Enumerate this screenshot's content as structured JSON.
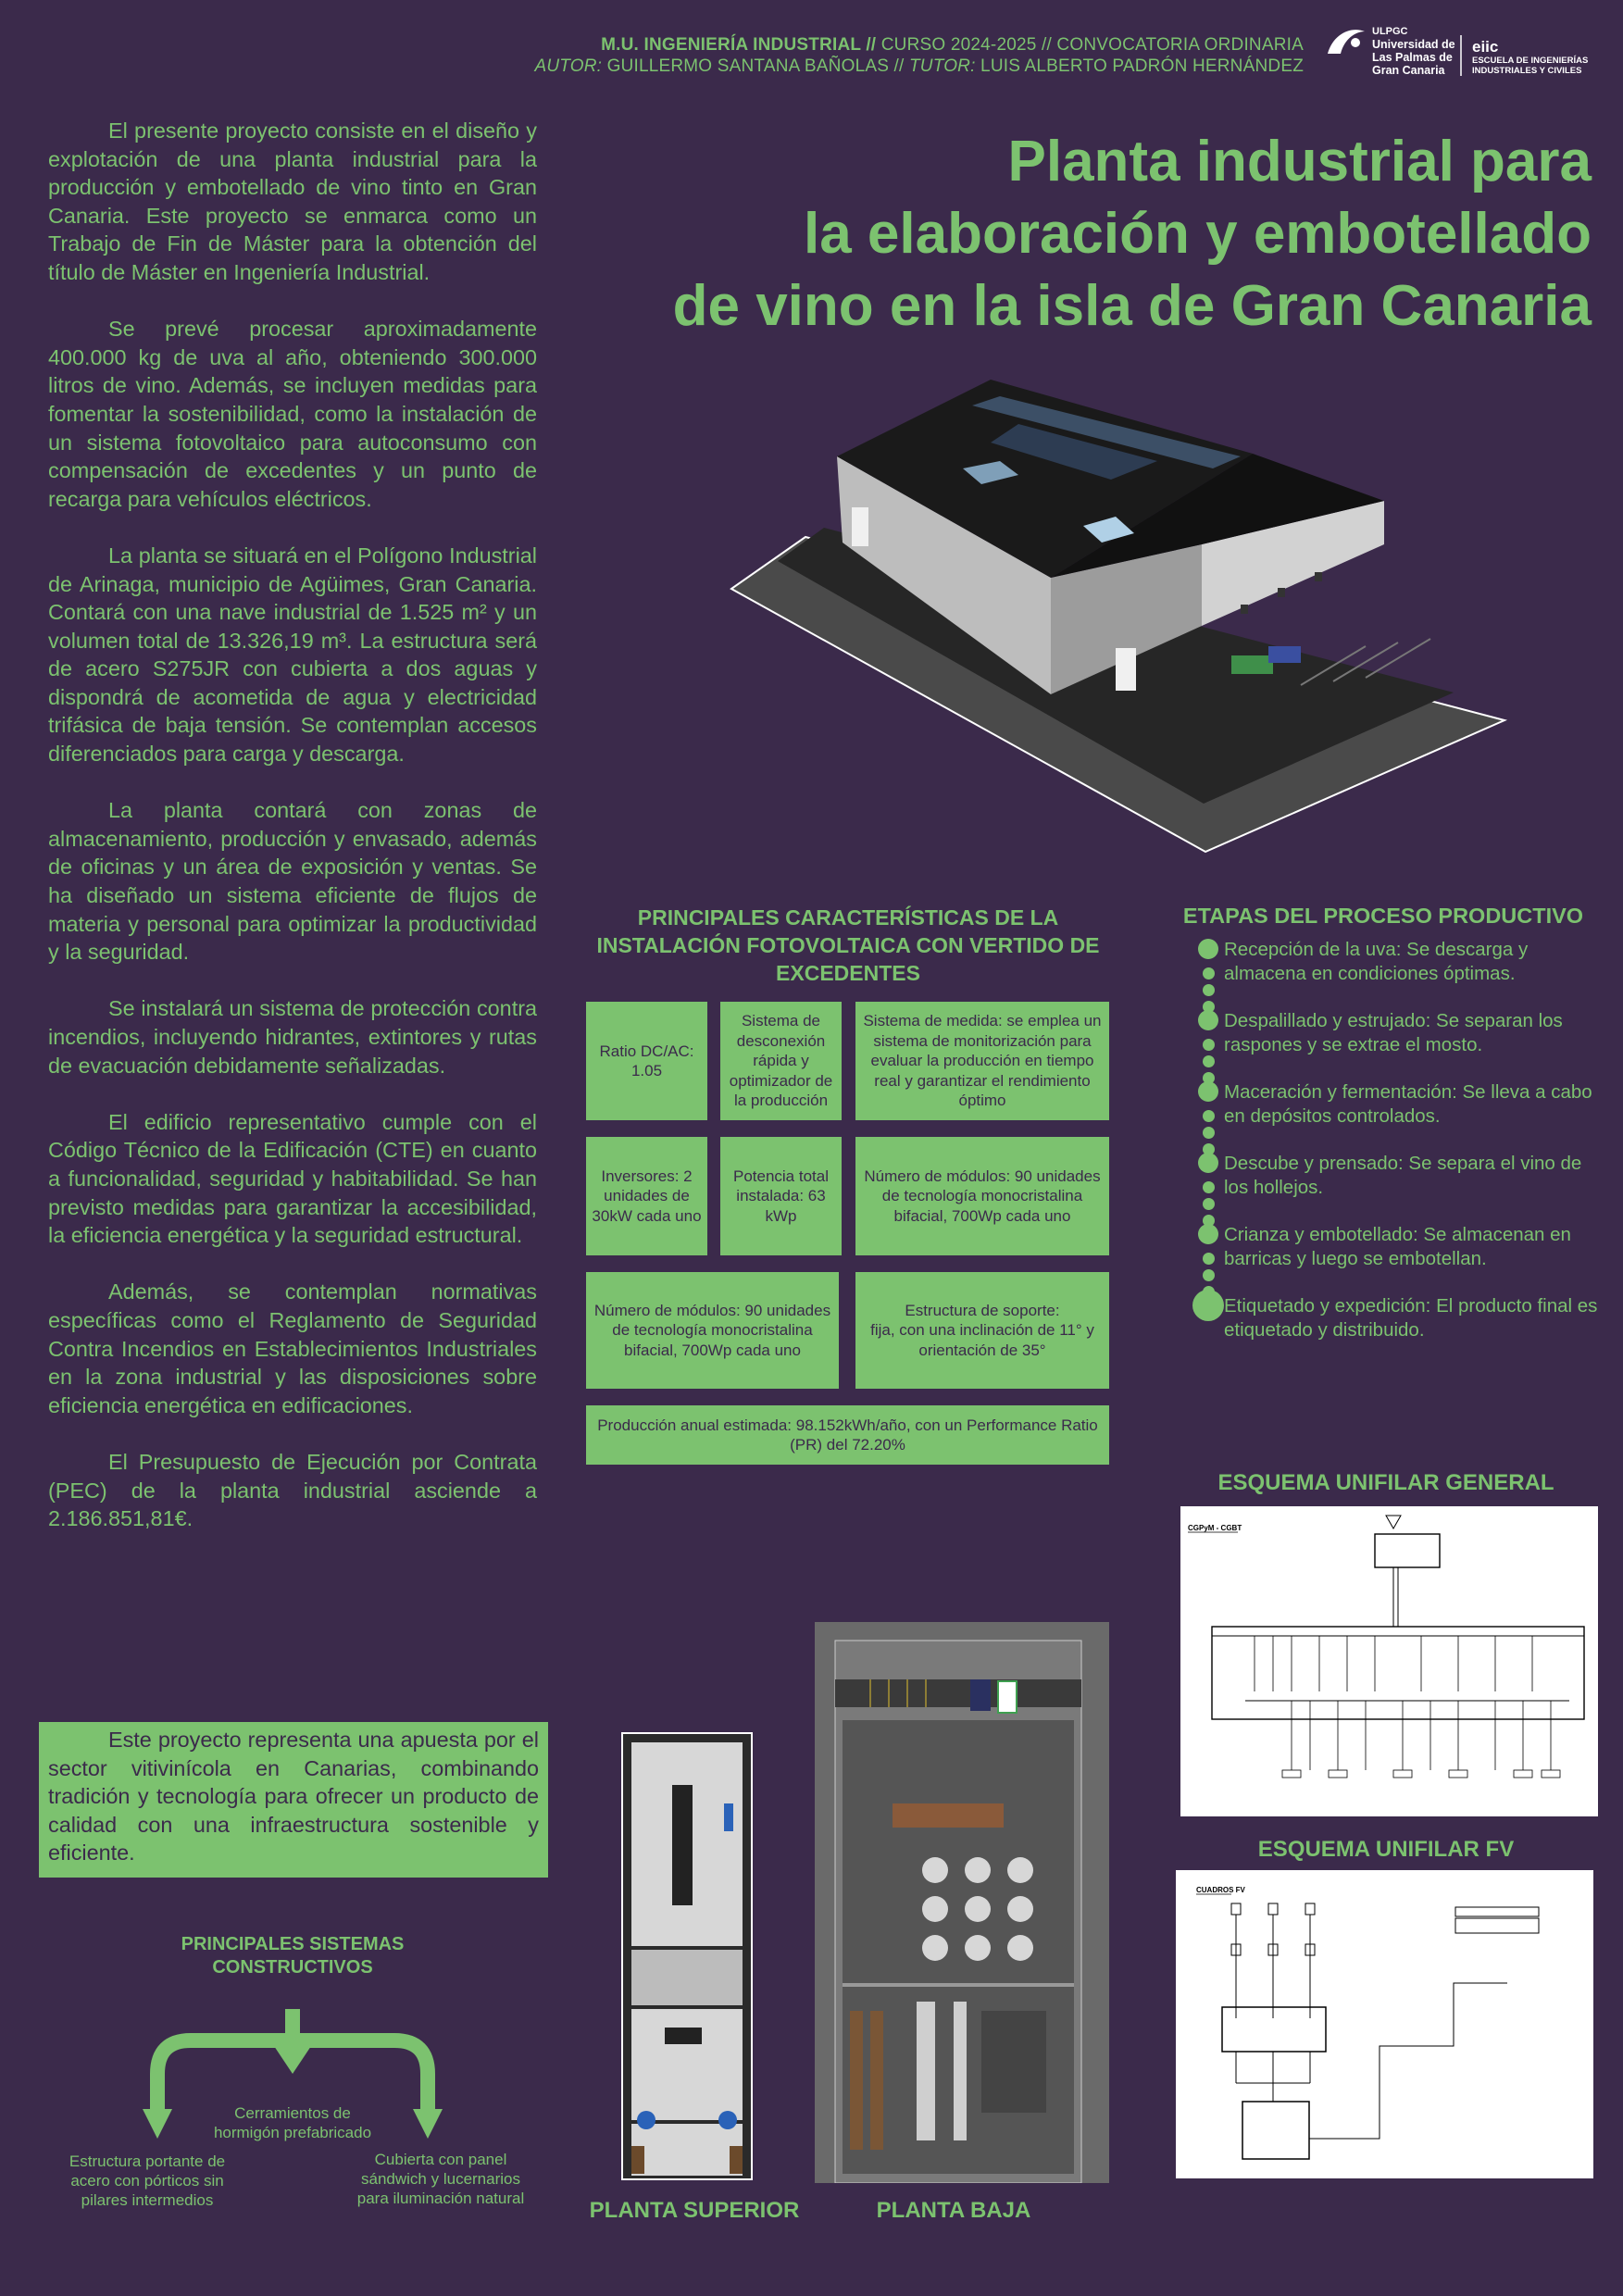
{
  "header": {
    "line1_bold": "M.U. INGENIERÍA INDUSTRIAL //",
    "line1_rest": " CURSO 2024-2025 // CONVOCATORIA ORDINARIA",
    "line2_autor_label": "AUTOR:",
    "line2_autor": " GUILLERMO SANTANA BAÑOLAS // ",
    "line2_tutor_label": "TUTOR:",
    "line2_tutor": " LUIS ALBERTO PADRÓN HERNÁNDEZ",
    "logo_ulpgc": {
      "abbr": "ULPGC",
      "l1": "Universidad de",
      "l2": "Las Palmas de",
      "l3": "Gran Canaria"
    },
    "logo_eiic": {
      "abbr": "eiic",
      "l1": "ESCUELA DE INGENIERÍAS",
      "l2": "INDUSTRIALES Y CIVILES"
    }
  },
  "title": {
    "line1": "Planta industrial para",
    "line2": "la elaboración y embotellado",
    "line3": "de vino en la isla de Gran Canaria"
  },
  "left_column": {
    "p1": "El presente proyecto consiste en el diseño y explotación de una planta industrial para la producción y embotellado de vino tinto en Gran Canaria. Este proyecto se enmarca como un Trabajo de Fin de Máster para la obtención del título de Máster en Ingeniería Industrial.",
    "p2": "Se prevé procesar aproximadamente 400.000 kg de uva al año, obteniendo 300.000 litros de vino. Además, se incluyen medidas para fomentar la sostenibilidad, como la instalación de un sistema fotovoltaico para autoconsumo con compensación de excedentes y un punto de recarga para vehículos eléctricos.",
    "p3": "La planta se situará en el Polígono Industrial de Arinaga, municipio de Agüimes, Gran Canaria. Contará con una nave industrial de 1.525 m² y un volumen total de 13.326,19 m³. La estructura será de acero S275JR con cubierta a dos aguas y dispondrá de acometida de agua y electricidad trifásica de baja tensión. Se contemplan accesos diferenciados para carga y descarga.",
    "p4": "La planta contará con zonas de almacenamiento, producción y envasado, además de oficinas y un área de exposición y ventas. Se ha diseñado un sistema eficiente de flujos de materia y personal para optimizar la productividad y la seguridad.",
    "p5": "Se instalará un sistema de protección contra incendios, incluyendo hidrantes, extintores y rutas de evacuación debidamente señalizadas.",
    "p6": "El edificio representativo cumple con el Código Técnico de la Edificación (CTE) en cuanto a funcionalidad, seguridad y habitabilidad. Se han previsto medidas para garantizar la accesibilidad, la eficiencia energética y la seguridad estructural.",
    "p7": "Además, se contemplan normativas específicas como el Reglamento de Seguridad Contra Incendios en Establecimientos Industriales en la zona industrial y las disposiciones sobre eficiencia energética en edificaciones.",
    "p8": "El Presupuesto de Ejecución por Contrata (PEC) de la planta industrial asciende a 2.186.851,81€.",
    "highlight": "Este proyecto representa una apuesta por el sector vitivinícola en Canarias, combinando tradición y tecnología para ofrecer un producto de calidad con una infraestructura sostenible y eficiente."
  },
  "sistemas": {
    "title": "PRINCIPALES SISTEMAS CONSTRUCTIVOS",
    "center": "Cerramientos de hormigón prefabricado",
    "left": "Estructura portante de acero con pórticos sin pilares intermedios",
    "right": "Cubierta con panel sándwich y lucernarios para iluminación natural"
  },
  "pv": {
    "title": "PRINCIPALES CARACTERÍSTICAS DE LA INSTALACIÓN FOTOVOLTAICA CON VERTIDO DE EXCEDENTES",
    "b1": "Ratio DC/AC: 1.05",
    "b2": "Sistema de desconexión rápida y optimizador de la producción",
    "b3": "Sistema de medida: se emplea un sistema de monitorización para evaluar la producción en tiempo real y garantizar el rendimiento óptimo",
    "b4": "Inversores: 2 unidades de 30kW cada uno",
    "b5": "Potencia total instalada: 63 kWp",
    "b6": "Número de módulos: 90 unidades de tecnología monocristalina bifacial, 700Wp cada uno",
    "b7": "Número de módulos: 90 unidades de tecnología monocristalina bifacial, 700Wp cada uno",
    "b8_l1": "Estructura de soporte:",
    "b8_l2": "fija, con una inclinación de 11° y orientación de 35°",
    "b9": "Producción anual estimada: 98.152kWh/año, con un Performance Ratio (PR) del 72.20%"
  },
  "etapas": {
    "title": "ETAPAS DEL PROCESO PRODUCTIVO",
    "items": [
      "Recepción de la uva: Se descarga y almacena en condiciones óptimas.",
      "Despalillado y estrujado: Se separan los raspones y se extrae el mosto.",
      "Maceración y fermentación: Se lleva a cabo en depósitos controlados.",
      "Descube y prensado: Se separa el vino de los hollejos.",
      "Crianza y embotellado: Se almacenan en barricas y luego se embotellan.",
      "Etiquetado y expedición: El producto final es etiquetado y distribuido."
    ]
  },
  "esquemas": {
    "general_title": "ESQUEMA UNIFILAR GENERAL",
    "general_tag": "CGPyM - CGBT",
    "fv_title": "ESQUEMA UNIFILAR FV",
    "fv_tag": "CUADROS FV"
  },
  "planos": {
    "superior": "PLANTA SUPERIOR",
    "baja": "PLANTA BAJA"
  },
  "colors": {
    "background": "#3b2a4b",
    "accent": "#7cc26f"
  }
}
